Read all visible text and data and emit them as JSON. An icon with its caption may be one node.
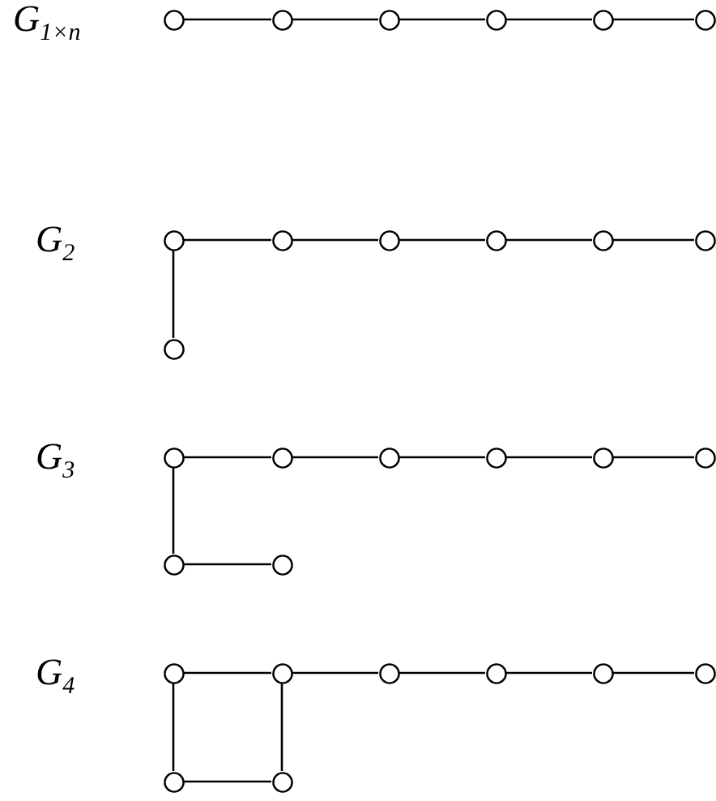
{
  "diagram": {
    "nodes": [
      {
        "text": [],
        "shape": "circle"
      },
      {
        "text": [],
        "shape": "circle"
      },
      {
        "text": [],
        "shape": "circle"
      },
      {
        "text": [],
        "shape": "circle"
      },
      {
        "text": [],
        "shape": "circle"
      },
      {
        "text": [],
        "shape": "circle"
      },
      {
        "text": [],
        "shape": "circle"
      },
      {
        "text": [],
        "shape": "circle"
      },
      {
        "text": [],
        "shape": "circle"
      },
      {
        "text": [],
        "shape": "circle"
      },
      {
        "text": [],
        "shape": "circle"
      },
      {
        "text": [],
        "shape": "circle"
      },
      {
        "text": [],
        "shape": "circle"
      },
      {
        "text": [],
        "shape": "circle"
      },
      {
        "text": [],
        "shape": "circle"
      },
      {
        "text": [],
        "shape": "circle"
      },
      {
        "text": [],
        "shape": "circle"
      },
      {
        "text": [],
        "shape": "circle"
      },
      {
        "text": [],
        "shape": "circle"
      },
      {
        "text": [],
        "shape": "circle"
      },
      {
        "text": [],
        "shape": "circle"
      },
      {
        "text": [],
        "shape": "circle"
      },
      {
        "text": [],
        "shape": "circle"
      },
      {
        "text": [],
        "shape": "circle"
      },
      {
        "text": [],
        "shape": "circle"
      },
      {
        "text": [],
        "shape": "circle"
      },
      {
        "text": [],
        "shape": "circle"
      },
      {
        "text": [],
        "shape": "circle"
      },
      {
        "text": [],
        "shape": "circle"
      }
    ],
    "edges": [
      {
        "from": 0,
        "to": 1,
        "arrow": "none"
      },
      {
        "from": 1,
        "to": 2,
        "arrow": "none"
      },
      {
        "from": 2,
        "to": 3,
        "arrow": "none"
      },
      {
        "from": 3,
        "to": 4,
        "arrow": "none"
      },
      {
        "from": 4,
        "to": 5,
        "arrow": "none"
      },
      {
        "from": 6,
        "to": 7,
        "arrow": "none"
      },
      {
        "from": 7,
        "to": 8,
        "arrow": "none"
      },
      {
        "from": 8,
        "to": 9,
        "arrow": "none"
      },
      {
        "from": 9,
        "to": 10,
        "arrow": "none"
      },
      {
        "from": 10,
        "to": 11,
        "arrow": "none"
      },
      {
        "from": 6,
        "to": 12,
        "arrow": "none"
      },
      {
        "from": 13,
        "to": 14,
        "arrow": "none"
      },
      {
        "from": 14,
        "to": 15,
        "arrow": "none"
      },
      {
        "from": 15,
        "to": 16,
        "arrow": "none"
      },
      {
        "from": 16,
        "to": 17,
        "arrow": "none"
      },
      {
        "from": 17,
        "to": 18,
        "arrow": "none"
      },
      {
        "from": 13,
        "to": 19,
        "arrow": "none"
      },
      {
        "from": 19,
        "to": 20,
        "arrow": "none"
      },
      {
        "from": 21,
        "to": 22,
        "arrow": "none"
      },
      {
        "from": 22,
        "to": 23,
        "arrow": "none"
      },
      {
        "from": 23,
        "to": 24,
        "arrow": "none"
      },
      {
        "from": 24,
        "to": 25,
        "arrow": "none"
      },
      {
        "from": 25,
        "to": 26,
        "arrow": "none"
      },
      {
        "from": 21,
        "to": 27,
        "arrow": "none"
      },
      {
        "from": 27,
        "to": 28,
        "arrow": "none"
      },
      {
        "from": 28,
        "to": 22,
        "arrow": "none"
      }
    ],
    "labels": [
      "G$_{1×n}$",
      "G$_{2}$",
      "G$_{3}$",
      "G$_{4}$"
    ]
  }
}
